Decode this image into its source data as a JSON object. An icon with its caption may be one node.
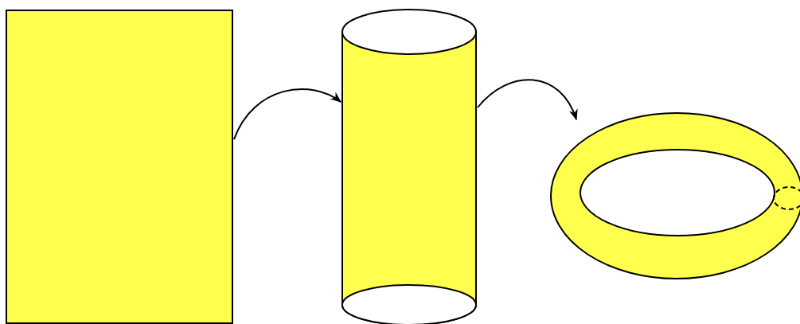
{
  "diagram": {
    "nodes": [
      {
        "text": [],
        "shape": "box"
      },
      {
        "text": [],
        "shape": "cylinder"
      },
      {
        "text": [],
        "shape": "torus"
      }
    ],
    "edges": [
      {
        "from": 0,
        "to": 1,
        "arrow": "to"
      },
      {
        "from": 1,
        "to": 2,
        "arrow": "to"
      }
    ]
  }
}
